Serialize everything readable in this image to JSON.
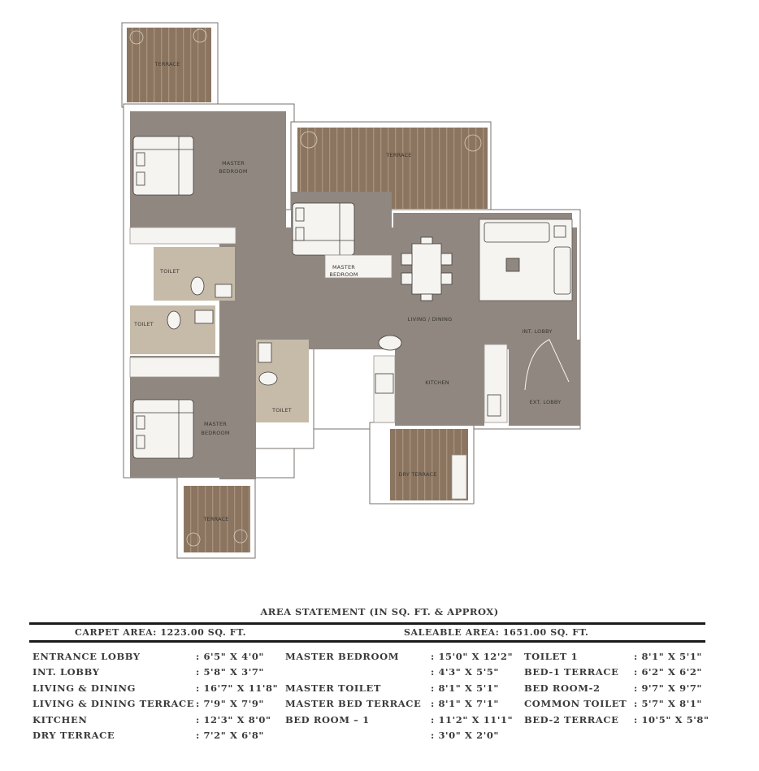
{
  "floor_plan": {
    "colors": {
      "floor": "#8f8780",
      "toilet": "#c6bba9",
      "terrace": "#8b7560",
      "terrace_stripe": "#a18b76",
      "wall": "#ffffff",
      "wall_outline": "#6f6a66",
      "furniture": "#f6f4f1"
    },
    "rooms": [
      {
        "id": "terrace-top-left",
        "label": "TERRACE"
      },
      {
        "id": "master-bedroom-top",
        "label_lines": [
          "MASTER",
          "BEDROOM"
        ]
      },
      {
        "id": "terrace-top-right",
        "label": "TERRACE"
      },
      {
        "id": "master-bedroom-middle",
        "label_lines": [
          "MASTER",
          "BEDROOM"
        ]
      },
      {
        "id": "toilet-upper",
        "label": "TOILET"
      },
      {
        "id": "toilet-left",
        "label": "TOILET"
      },
      {
        "id": "living-dining",
        "label": "LIVING / DINING"
      },
      {
        "id": "int-lobby",
        "label": "INT. LOBBY"
      },
      {
        "id": "toilet-center",
        "label": "TOILET"
      },
      {
        "id": "kitchen",
        "label": "KITCHEN"
      },
      {
        "id": "ext-lobby",
        "label": "EXT. LOBBY"
      },
      {
        "id": "master-bedroom-bottom",
        "label_lines": [
          "MASTER",
          "BEDROOM"
        ]
      },
      {
        "id": "dry-terrace",
        "label": "DRY TERRACE"
      },
      {
        "id": "terrace-bottom",
        "label": "TERRACE"
      }
    ]
  },
  "area_statement": {
    "title": "AREA STATEMENT (IN SQ. FT. & APPROX)",
    "carpet_area": "CARPET AREA: 1223.00 SQ. FT.",
    "saleable_area": "SALEABLE AREA: 1651.00 SQ. FT.",
    "rows": [
      [
        "ENTRANCE LOBBY",
        ": 6'5\" X 4'0\"",
        "MASTER BEDROOM",
        ": 15'0\" X 12'2\"",
        "TOILET 1",
        ": 8'1\" X 5'1\""
      ],
      [
        "INT. LOBBY",
        ": 5'8\" X 3'7\"",
        "",
        ": 4'3\" X 5'5\"",
        "BED-1 TERRACE",
        ": 6'2\" X 6'2\""
      ],
      [
        "LIVING & DINING",
        ": 16'7\" X 11'8\"",
        "MASTER TOILET",
        ": 8'1\" X 5'1\"",
        "BED ROOM-2",
        ": 9'7\" X 9'7\""
      ],
      [
        "LIVING & DINING TERRACE",
        ": 7'9\" X 7'9\"",
        "MASTER BED TERRACE",
        ": 8'1\" X 7'1\"",
        "COMMON TOILET",
        ": 5'7\" X 8'1\""
      ],
      [
        "KITCHEN",
        ": 12'3\" X 8'0\"",
        "BED ROOM – 1",
        ": 11'2\" X 11'1\"",
        "BED-2 TERRACE",
        ": 10'5\" X 5'8\""
      ],
      [
        "DRY TERRACE",
        ": 7'2\" X 6'8\"",
        "",
        ": 3'0\" X 2'0\"",
        "",
        ""
      ]
    ]
  }
}
